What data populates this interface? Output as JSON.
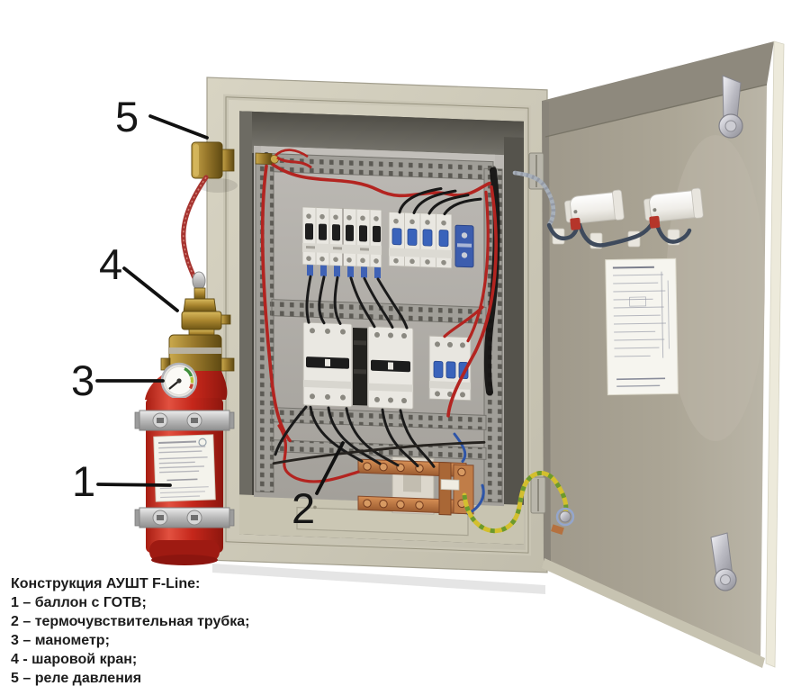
{
  "background": "#ffffff",
  "callouts": [
    {
      "label": "5",
      "target": "реле давления"
    },
    {
      "label": "4",
      "target": "шаровой кран"
    },
    {
      "label": "3",
      "target": "манометр"
    },
    {
      "label": "1",
      "target": "баллон с ГОТВ"
    },
    {
      "label": "2",
      "target": "термочувствительная трубка"
    }
  ],
  "caption": {
    "title": "Конструкция АУШТ F-Line:",
    "items": [
      "1 – баллон с ГОТВ;",
      "2 – термочувствительная трубка;",
      "3 – манометр;",
      "4 - шаровой кран;",
      "5 – реле давления"
    ]
  },
  "colors": {
    "cabinet_beige": "#cdc9b8",
    "door_taupe": "#a9a395",
    "mounting_plate_grey": "#b3b0ab",
    "cylinder_red": "#c5271b",
    "brass": "#a9852e",
    "copper_busbar": "#b87743",
    "wire_red": "#b32420",
    "wire_black": "#1a1a1a",
    "wire_blue": "#3a63bb",
    "ground_wire_yellow": "#d3bf2e",
    "chrome": "#c9c9ce"
  }
}
